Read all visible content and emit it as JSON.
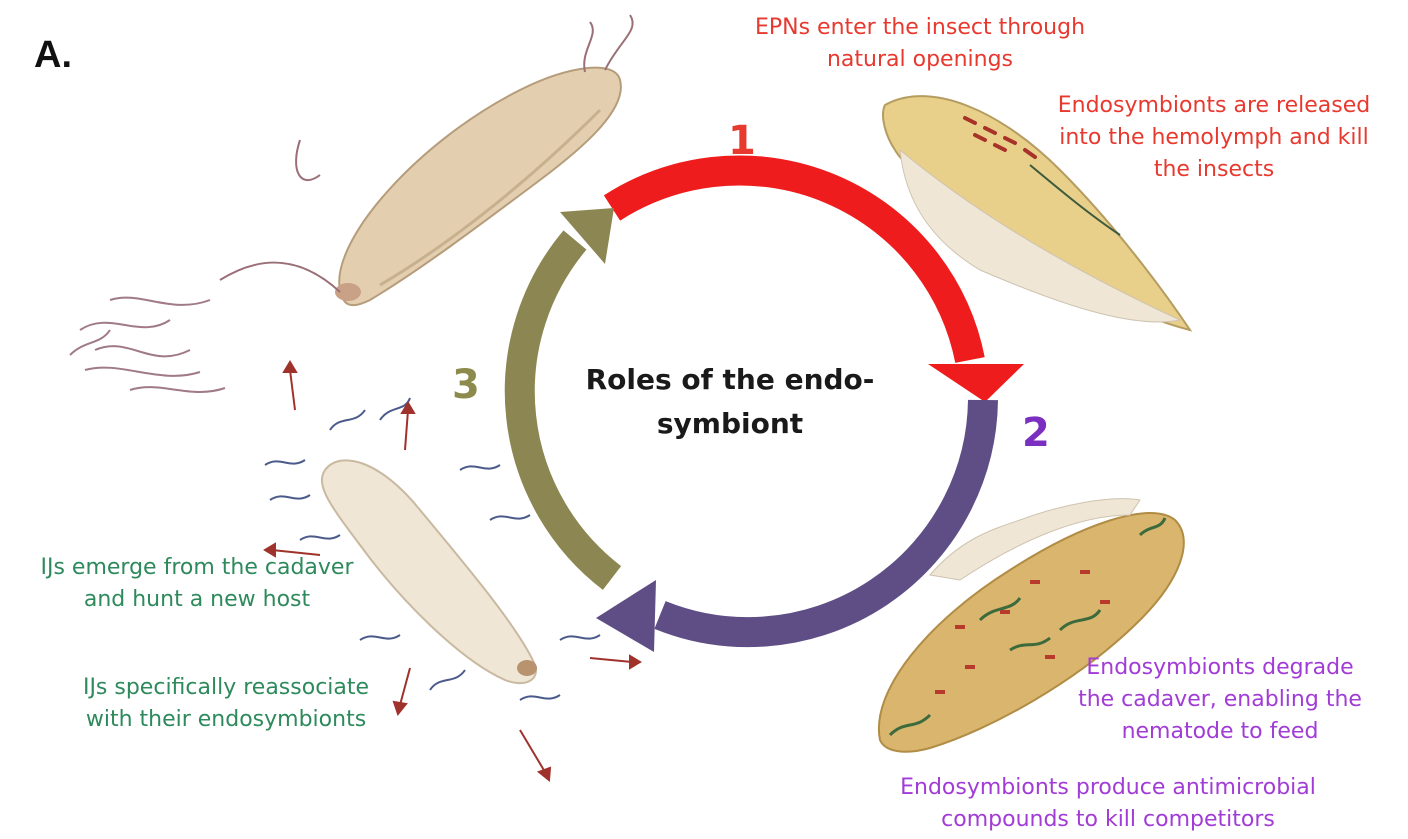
{
  "panel_label": "A.",
  "center_title_line1": "Roles of the endo-",
  "center_title_line2": "symbiont",
  "steps": [
    {
      "number": "1",
      "color": "#e8392f"
    },
    {
      "number": "2",
      "color": "#7a2fc0"
    },
    {
      "number": "3",
      "color": "#8c8a4c"
    }
  ],
  "arrow_colors": {
    "step1": "#ee1c1c",
    "step2": "#5f4e86",
    "step3": "#8c8752"
  },
  "annotations": {
    "epn_enter_line1": "EPNs enter the insect through",
    "epn_enter_line2": "natural openings",
    "released_line1": "Endosymbionts are released",
    "released_line2": "into the hemolymph and kill",
    "released_line3": "the insects",
    "degrade_line1": "Endosymbionts degrade",
    "degrade_line2": "the cadaver, enabling the",
    "degrade_line3": "nematode to feed",
    "antimicrobial_line1": "Endosymbionts produce antimicrobial",
    "antimicrobial_line2": "compounds to kill competitors",
    "emerge_line1": "IJs emerge from the cadaver",
    "emerge_line2": "and hunt a new host",
    "reassociate_line1": "IJs specifically reassociate",
    "reassociate_line2": "with their endosymbionts"
  }
}
